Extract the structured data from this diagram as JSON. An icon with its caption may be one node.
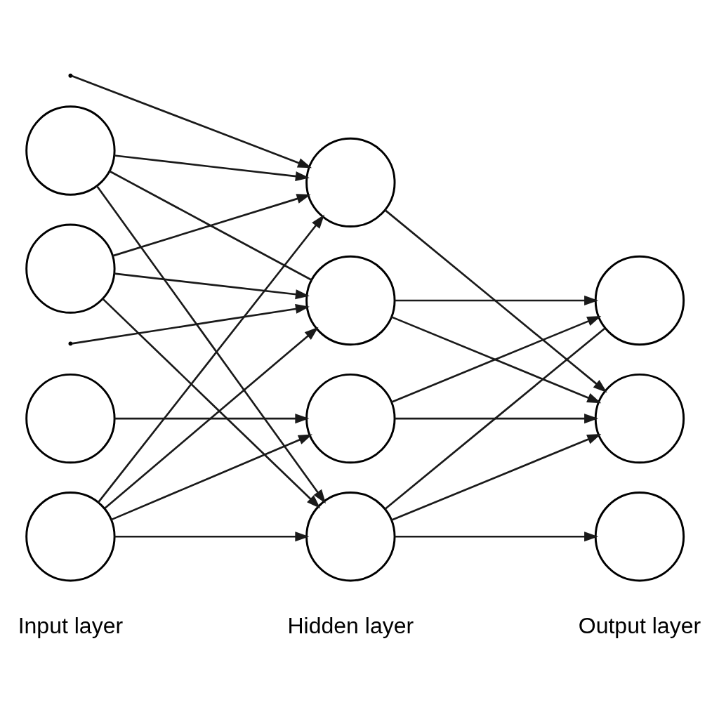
{
  "diagram": {
    "nodes": [
      {
        "text": [],
        "shape": "circle"
      },
      {
        "text": [],
        "shape": "circle"
      },
      {
        "text": [],
        "shape": "circle"
      },
      {
        "text": [],
        "shape": "circle"
      },
      {
        "text": [],
        "shape": "circle"
      },
      {
        "text": [],
        "shape": "circle"
      },
      {
        "text": [],
        "shape": "circle"
      },
      {
        "text": [],
        "shape": "circle"
      },
      {
        "text": [],
        "shape": "circle"
      },
      {
        "text": [],
        "shape": "circle"
      },
      {
        "text": [],
        "shape": "circle"
      }
    ],
    "edges": [
      {
        "from": 0,
        "to": 4,
        "arrow": "to"
      },
      {
        "from": 0,
        "to": 5,
        "arrow": "none"
      },
      {
        "from": 0,
        "to": 7,
        "arrow": "to"
      },
      {
        "from": 1,
        "to": 4,
        "arrow": "to"
      },
      {
        "from": 1,
        "to": 5,
        "arrow": "to"
      },
      {
        "from": 1,
        "to": 7,
        "arrow": "to"
      },
      {
        "from": 2,
        "to": 6,
        "arrow": "to"
      },
      {
        "from": 3,
        "to": 4,
        "arrow": "to"
      },
      {
        "from": 3,
        "to": 5,
        "arrow": "to"
      },
      {
        "from": 3,
        "to": 6,
        "arrow": "to"
      },
      {
        "from": 3,
        "to": 7,
        "arrow": "to"
      },
      {
        "from": null,
        "to": 4,
        "arrow": "to"
      },
      {
        "from": null,
        "to": 5,
        "arrow": "to"
      },
      {
        "from": 4,
        "to": 9,
        "arrow": "to"
      },
      {
        "from": 5,
        "to": 8,
        "arrow": "to"
      },
      {
        "from": 5,
        "to": 9,
        "arrow": "to"
      },
      {
        "from": 6,
        "to": 8,
        "arrow": "to"
      },
      {
        "from": 6,
        "to": 9,
        "arrow": "to"
      },
      {
        "from": 7,
        "to": 8,
        "arrow": "none"
      },
      {
        "from": 7,
        "to": 9,
        "arrow": "to"
      },
      {
        "from": 7,
        "to": 10,
        "arrow": "to"
      }
    ],
    "labels": [
      "Input layer",
      "Hidden layer",
      "Output layer"
    ]
  }
}
